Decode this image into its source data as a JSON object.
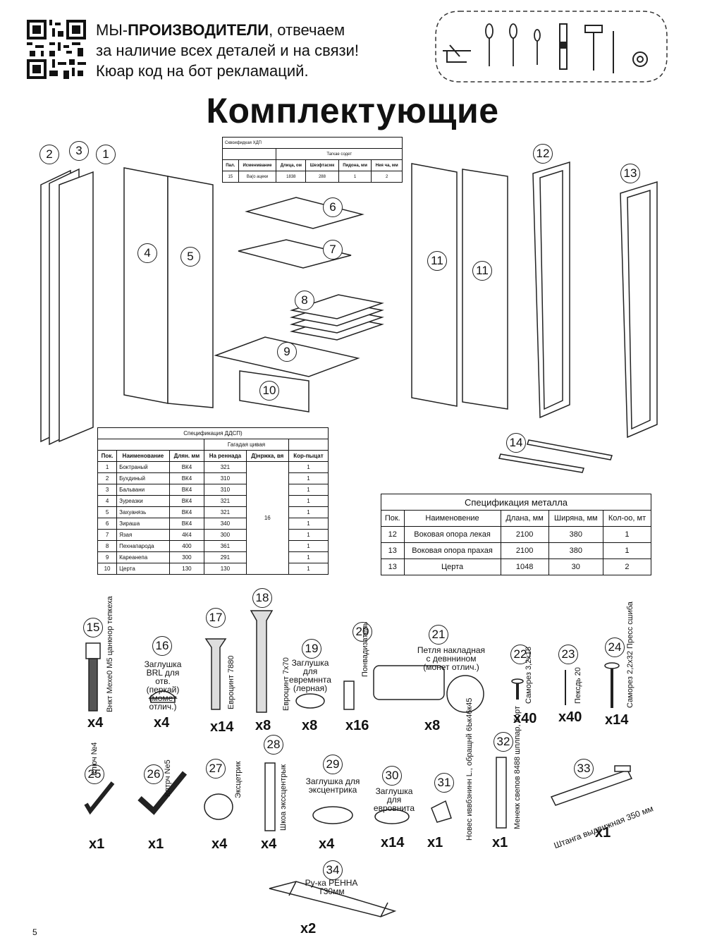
{
  "header": {
    "line1_prefix": "МЫ-",
    "line1_bold": "ПРОИЗВОДИТЕЛИ",
    "line1_suffix": ", отвечаем",
    "line2": "за наличие всех деталей и на связи!",
    "line3": "Кюар код на бот рекламаций."
  },
  "title": "Комплектующие",
  "tools_icons": [
    "screw-clamp-icon",
    "screwdriver-icon",
    "screwdriver-icon",
    "screwdriver-icon",
    "level-icon",
    "hammer-icon",
    "awl-icon",
    "tape-measure-icon"
  ],
  "hdp_table": {
    "title": "Сквоифидкая ХДП",
    "group": "Тагкае содет",
    "headers": [
      "Пал.",
      "Исменмвание",
      "Длица, ом",
      "Шезфтасмк",
      "Пидона, мм",
      "Нея ча, мм"
    ],
    "row": [
      "15",
      "Ва(о ацеки",
      "1838",
      "288",
      "1",
      "2"
    ]
  },
  "part_numbers": {
    "p1": "1",
    "p2": "2",
    "p3": "3",
    "p4": "4",
    "p5": "5",
    "p6": "6",
    "p7": "7",
    "p8": "8",
    "p9": "9",
    "p10": "10",
    "p11a": "11",
    "p11b": "11",
    "p12": "12",
    "p13": "13",
    "p14": "14"
  },
  "dsp_table": {
    "title": "Спецификация ДДСП)",
    "group": "Гагадая цивая",
    "headers": [
      "Пок.",
      "Наименование",
      "Длян. мм",
      "На реннада",
      "Д)нржка, вя",
      "Кор-пыцат"
    ],
    "merged_value": "16",
    "rows": [
      [
        "1",
        "Боктраный",
        "ВК4",
        "321",
        "1"
      ],
      [
        "2",
        "Бухдиный",
        "ВК4",
        "310",
        "1"
      ],
      [
        "3",
        "Бальвани",
        "ВК4",
        "310",
        "1"
      ],
      [
        "4",
        "Зуреазки",
        "ВК4",
        "321",
        "1"
      ],
      [
        "5",
        "Захуанязь",
        "ВК4",
        "321",
        "1"
      ],
      [
        "6",
        "Зираша",
        "ВК4",
        "340",
        "1"
      ],
      [
        "7",
        "Язая",
        "4К4",
        "300",
        "1"
      ],
      [
        "8",
        "Пехнапарода",
        "400",
        "361",
        "1"
      ],
      [
        "9",
        "Кареанепа",
        "300",
        "291",
        "1"
      ],
      [
        "10",
        "Церта",
        "130",
        "130",
        "1"
      ]
    ]
  },
  "metal_table": {
    "title": "Спецификация металла",
    "headers": [
      "Пок.",
      "Наименовение",
      "Длана, мм",
      "Ширяна, мм",
      "Кол-оо, мт"
    ],
    "rows": [
      [
        "12",
        "Воковая опора лекая",
        "2100",
        "380",
        "1"
      ],
      [
        "13",
        "Воковая опора прахая",
        "2100",
        "380",
        "1"
      ],
      [
        "13",
        "Церта",
        "1048",
        "30",
        "2"
      ]
    ]
  },
  "hardware": [
    {
      "num": "15",
      "label": "Внкт Мехе0 М5 цанкнор тепкеха",
      "qty": "x4"
    },
    {
      "num": "16",
      "label": "Заглушка BRL для отв. (перкай) (момет отлич.)",
      "qty": "x4"
    },
    {
      "num": "17",
      "label": "Евроцинт 7880",
      "qty": "x14"
    },
    {
      "num": "18",
      "label": "Евроцинт 7х70",
      "qty": "x8"
    },
    {
      "num": "19",
      "label": "Заглушка для евремннта (лерная)",
      "qty": "x8"
    },
    {
      "num": "20",
      "label": "Понвадизатель",
      "qty": "x16"
    },
    {
      "num": "21",
      "label": "Петля накладная с девннином (монет отлич.)",
      "qty": "x8"
    },
    {
      "num": "22",
      "label": "Саморез 3,2х18",
      "qty": "x40"
    },
    {
      "num": "23",
      "label": "Пексдь 20",
      "qty": "x40"
    },
    {
      "num": "24",
      "label": "Саморез 2,2х32 Пресс сшиба",
      "qty": "x14"
    },
    {
      "num": "25",
      "label": "Ключ №4",
      "qty": "x1"
    },
    {
      "num": "26",
      "label": "Клтрч Nе5",
      "qty": "x1"
    },
    {
      "num": "27",
      "label": "Эксцетрик",
      "qty": "x4"
    },
    {
      "num": "28",
      "label": "Шкоа экссцентрык",
      "qty": "x4"
    },
    {
      "num": "29",
      "label": "Заглушка для эксцентрика",
      "qty": "x4"
    },
    {
      "num": "30",
      "label": "Заглушка для евровнита",
      "qty": "x14"
    },
    {
      "num": "31",
      "label": "Новес иввбзнинн L., обращнй 6Ьк46к45",
      "qty": "x1"
    },
    {
      "num": "32",
      "label": "Менекк свепов 8488 шплпар, борт",
      "qty": "x1"
    },
    {
      "num": "33",
      "label": "Штанга выдвижная 350 мм",
      "qty": "x1"
    },
    {
      "num": "34",
      "label": "Ру-ка РЕННА Т30мм",
      "qty": "x2"
    }
  ],
  "page_number": "5"
}
